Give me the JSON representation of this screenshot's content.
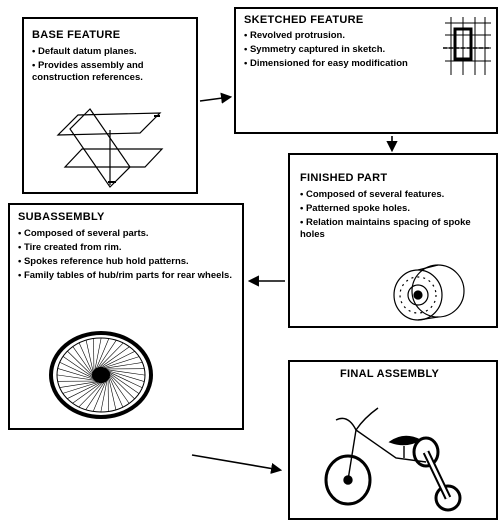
{
  "boxes": {
    "base_feature": {
      "title": "BASE FEATURE",
      "bullets": [
        "Default datum planes.",
        "Provides assembly and construction references."
      ]
    },
    "sketched_feature": {
      "title": "SKETCHED FEATURE",
      "bullets": [
        "Revolved protrusion.",
        "Symmetry captured in sketch.",
        "Dimensioned for easy modification"
      ]
    },
    "finished_part": {
      "title": "FINISHED PART",
      "bullets": [
        "Composed of several features.",
        "Patterned spoke holes.",
        "Relation maintains spacing of spoke holes"
      ]
    },
    "subassembly": {
      "title": "SUBASSEMBLY",
      "bullets": [
        "Composed of several parts.",
        "Tire created from rim.",
        "Spokes reference hub hold patterns.",
        "Family tables of hub/rim parts for rear wheels."
      ]
    },
    "final_assembly": {
      "title": "FINAL ASSEMBLY"
    }
  },
  "icons": {
    "base_feature": "datum-planes-icon",
    "sketched_feature": "sketch-grid-icon",
    "finished_part": "hub-part-icon",
    "subassembly": "spoked-wheel-icon",
    "final_assembly": "tricycle-icon"
  }
}
